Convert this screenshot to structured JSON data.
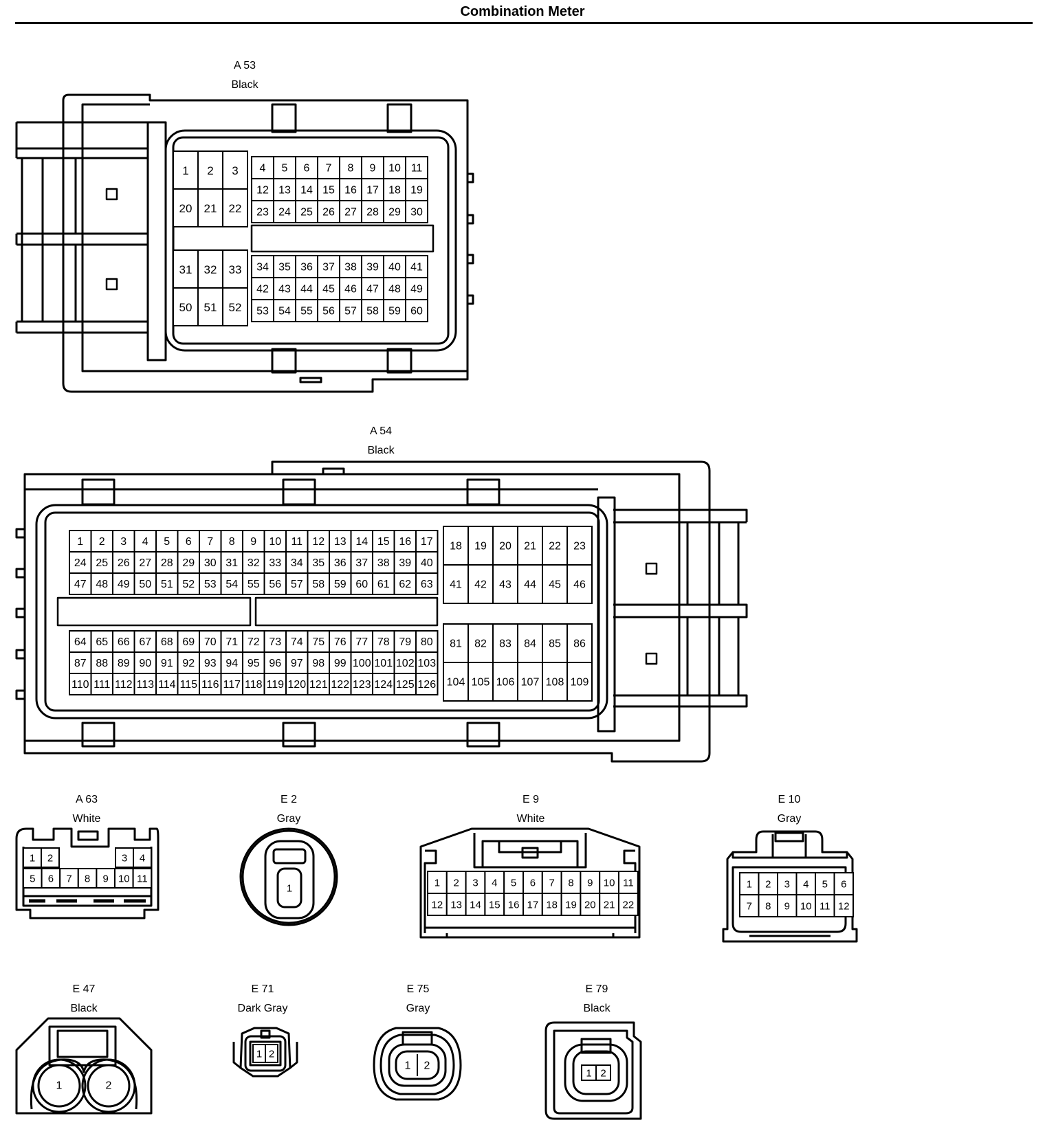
{
  "title": "Combination Meter",
  "connectors": {
    "a53": {
      "code": "A 53",
      "color": "Black"
    },
    "a54": {
      "code": "A 54",
      "color": "Black"
    },
    "a63": {
      "code": "A 63",
      "color": "White"
    },
    "e2": {
      "code": "E 2",
      "color": "Gray"
    },
    "e9": {
      "code": "E 9",
      "color": "White"
    },
    "e10": {
      "code": "E 10",
      "color": "Gray"
    },
    "e47": {
      "code": "E 47",
      "color": "Black"
    },
    "e71": {
      "code": "E 71",
      "color": "Dark Gray"
    },
    "e75": {
      "code": "E 75",
      "color": "Gray"
    },
    "e79": {
      "code": "E 79",
      "color": "Black"
    }
  },
  "pins": {
    "a53": {
      "g1": [
        [
          1,
          2,
          3
        ],
        [
          20,
          21,
          22
        ]
      ],
      "g2": [
        [
          4,
          5,
          6,
          7,
          8,
          9,
          10,
          11
        ],
        [
          12,
          13,
          14,
          15,
          16,
          17,
          18,
          19
        ],
        [
          23,
          24,
          25,
          26,
          27,
          28,
          29,
          30
        ]
      ],
      "g3": [
        [
          31,
          32,
          33
        ],
        [
          50,
          51,
          52
        ]
      ],
      "g4": [
        [
          34,
          35,
          36,
          37,
          38,
          39,
          40,
          41
        ],
        [
          42,
          43,
          44,
          45,
          46,
          47,
          48,
          49
        ],
        [
          53,
          54,
          55,
          56,
          57,
          58,
          59,
          60
        ]
      ]
    },
    "a54": {
      "g1": [
        [
          1,
          2,
          3,
          4,
          5,
          6,
          7,
          8,
          9,
          10,
          11,
          12,
          13,
          14,
          15,
          16,
          17
        ],
        [
          24,
          25,
          26,
          27,
          28,
          29,
          30,
          31,
          32,
          33,
          34,
          35,
          36,
          37,
          38,
          39,
          40
        ],
        [
          47,
          48,
          49,
          50,
          51,
          52,
          53,
          54,
          55,
          56,
          57,
          58,
          59,
          60,
          61,
          62,
          63
        ]
      ],
      "g2": [
        [
          18,
          19,
          20,
          21,
          22,
          23
        ],
        [
          41,
          42,
          43,
          44,
          45,
          46
        ]
      ],
      "g3": [
        [
          64,
          65,
          66,
          67,
          68,
          69,
          70,
          71,
          72,
          73,
          74,
          75,
          76,
          77,
          78,
          79,
          80
        ],
        [
          87,
          88,
          89,
          90,
          91,
          92,
          93,
          94,
          95,
          96,
          97,
          98,
          99,
          100,
          101,
          102,
          103
        ],
        [
          110,
          111,
          112,
          113,
          114,
          115,
          116,
          117,
          118,
          119,
          120,
          121,
          122,
          123,
          124,
          125,
          126
        ]
      ],
      "g4": [
        [
          81,
          82,
          83,
          84,
          85,
          86
        ],
        [
          104,
          105,
          106,
          107,
          108,
          109
        ]
      ]
    },
    "a63": {
      "r1l": [
        1,
        2
      ],
      "r1r": [
        3,
        4
      ],
      "r2": [
        5,
        6,
        7,
        8,
        9,
        10,
        11
      ]
    },
    "e2": [
      1
    ],
    "e9": [
      [
        1,
        2,
        3,
        4,
        5,
        6,
        7,
        8,
        9,
        10,
        11
      ],
      [
        12,
        13,
        14,
        15,
        16,
        17,
        18,
        19,
        20,
        21,
        22
      ]
    ],
    "e10": [
      [
        1,
        2,
        3,
        4,
        5,
        6
      ],
      [
        7,
        8,
        9,
        10,
        11,
        12
      ]
    ],
    "e47": [
      1,
      2
    ],
    "e71": [
      1,
      2
    ],
    "e75": [
      1,
      2
    ],
    "e79": [
      1,
      2
    ]
  }
}
